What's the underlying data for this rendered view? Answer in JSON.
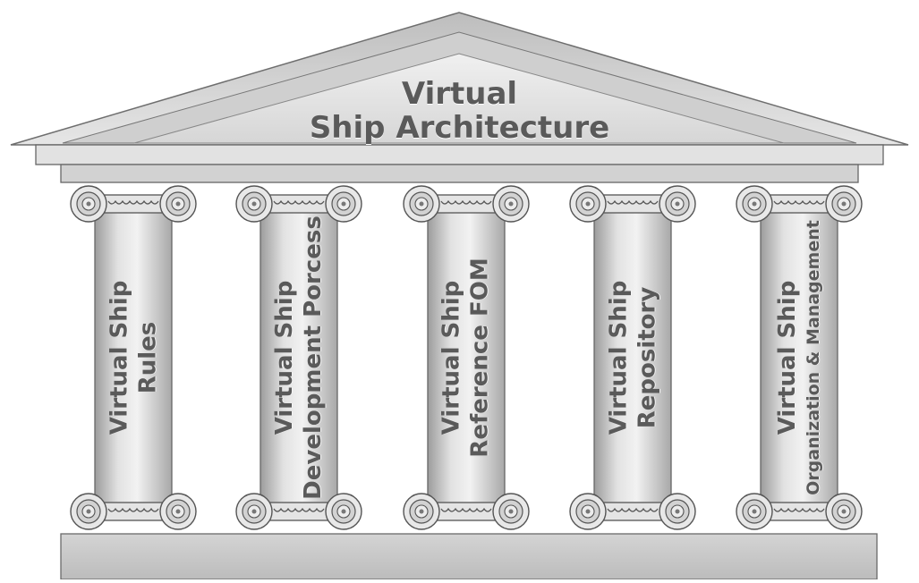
{
  "roof": {
    "title_line1": "Virtual",
    "title_line2": "Ship Architecture"
  },
  "pillars": [
    {
      "line1": "Virtual Ship",
      "line2": "Rules"
    },
    {
      "line1": "Virtual Ship",
      "line2": "Development Porcess"
    },
    {
      "line1": "Virtual Ship",
      "line2": "Reference FOM"
    },
    {
      "line1": "Virtual Ship",
      "line2": "Repository"
    },
    {
      "line1": "Virtual Ship",
      "line2": "Organization & Management"
    }
  ],
  "colors": {
    "roof_fill": "#d9d9d9",
    "roof_edge": "#6e6e6e",
    "pillar_fill": "#d0d0d0",
    "base_fill": "#c8c8c8",
    "text": "#5a5a5a"
  }
}
